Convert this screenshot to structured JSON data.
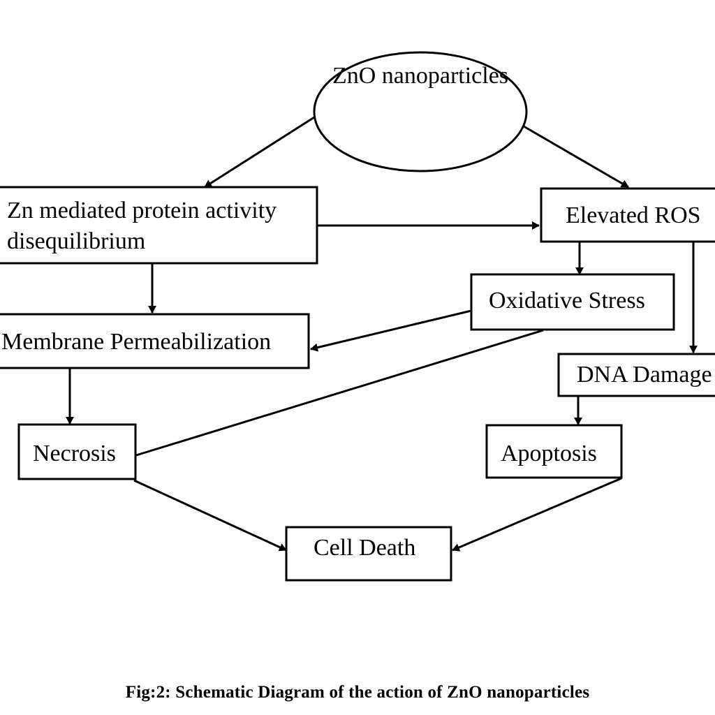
{
  "nodes": {
    "zno": "ZnO nanoparticles",
    "zn_protein_line1": "Zn mediated protein activity",
    "zn_protein_line2": "disequilibrium",
    "elevated_ros": "Elevated ROS",
    "oxidative_stress": "Oxidative Stress",
    "membrane": "Membrane Permeabilization",
    "dna_damage": "DNA Damage",
    "necrosis": "Necrosis",
    "apoptosis": "Apoptosis",
    "cell_death": "Cell Death"
  },
  "edges": [
    {
      "from": "ZnO nanoparticles",
      "to": "Zn mediated protein activity disequilibrium"
    },
    {
      "from": "ZnO nanoparticles",
      "to": "Elevated ROS"
    },
    {
      "from": "Zn mediated protein activity disequilibrium",
      "to": "Elevated ROS"
    },
    {
      "from": "Zn mediated protein activity disequilibrium",
      "to": "Membrane Permeabilization"
    },
    {
      "from": "Elevated ROS",
      "to": "Oxidative Stress"
    },
    {
      "from": "Elevated ROS",
      "to": "DNA Damage"
    },
    {
      "from": "Oxidative Stress",
      "to": "Membrane Permeabilization"
    },
    {
      "from": "Oxidative Stress",
      "to": "Necrosis"
    },
    {
      "from": "Membrane Permeabilization",
      "to": "Necrosis"
    },
    {
      "from": "DNA Damage",
      "to": "Apoptosis"
    },
    {
      "from": "Necrosis",
      "to": "Cell Death"
    },
    {
      "from": "Apoptosis",
      "to": "Cell Death"
    }
  ],
  "caption": "Fig:2: Schematic Diagram of the action of ZnO nanoparticles"
}
